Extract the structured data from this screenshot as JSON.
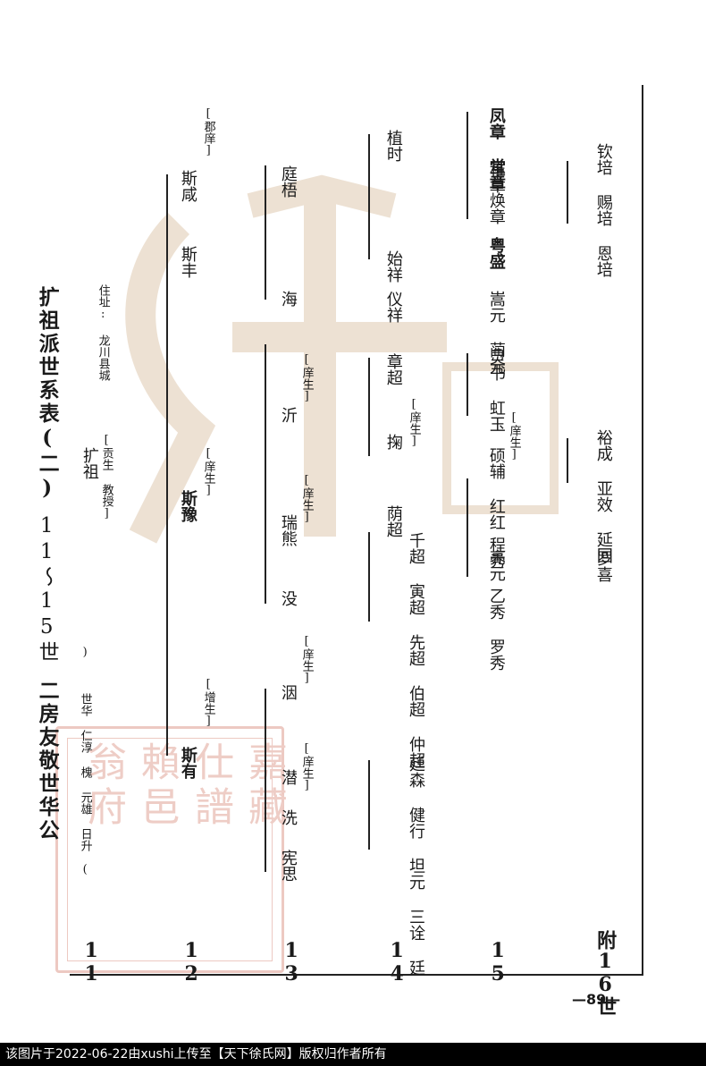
{
  "titles": {
    "left": "二房友敬世华公",
    "middle": "11～15世",
    "right": "扩祖派世系表(二)",
    "address": "住址: 龙川县城"
  },
  "header_notes": {
    "bracket_open": "(",
    "g11_row": "世华  仁淳  槐  元雄  日升",
    "bracket_close": ")"
  },
  "generations": {
    "g11": "11",
    "g12": "12",
    "g13": "13",
    "g14": "14",
    "g15": "15",
    "g16": "附16世"
  },
  "people": {
    "kuozu": "扩祖",
    "kuozu_note": "[贡生 教授]",
    "siyou": "斯有",
    "siyou_note": "[增生]",
    "siyu": "斯豫",
    "siyu_note": "[庠生]",
    "sifeng": "斯丰",
    "sixian": "斯咸",
    "sixian_note": "[郡庠]",
    "yanzi": "宪思",
    "xian": "洗",
    "qian": "潜",
    "qian_note": "[庠生]",
    "yin": "洇",
    "yin_note": "[庠生]",
    "mo": "没",
    "ruixiong": "瑞熊",
    "ruixiong_note": "[庠生]",
    "xin": "沂",
    "xin_note": "[庠生]",
    "hai": "海",
    "tingwu": "庭梧",
    "g14_a": "廷森 健行 坦元 三诠 廷",
    "g14_b": "千超 寅超 先超 伯超 仲超",
    "g14_c": "荫超",
    "g14_d": "掬",
    "g14_d_note": "[庠生]",
    "g14_e": "章超",
    "g14_f": "仪祥",
    "g14_g": "始祥",
    "g14_h": "植时",
    "g15_a": "程秀 乙秀 罗秀",
    "g15_b": "硕辅 红红 亮元",
    "g15_b_note": "[庠生]",
    "g15_c": "灵书 虹玉",
    "g15_d": "嵩元 蔺元",
    "g15_e": "粤盛",
    "g15_f": "焕章",
    "g15_g": "稚章",
    "g15_h": "凤章 堂章",
    "g16_a": "罗喜",
    "g16_b": "裕成 亚效 延回",
    "g16_c": "钦培 赐培 恩培"
  },
  "page_number": "—89—",
  "stamp_text": [
    "翁府",
    "賴邑",
    "仕譜",
    "嘉藏"
  ],
  "footer": "该图片于2022-06-22由xushi上传至【天下徐氏网】版权归作者所有"
}
